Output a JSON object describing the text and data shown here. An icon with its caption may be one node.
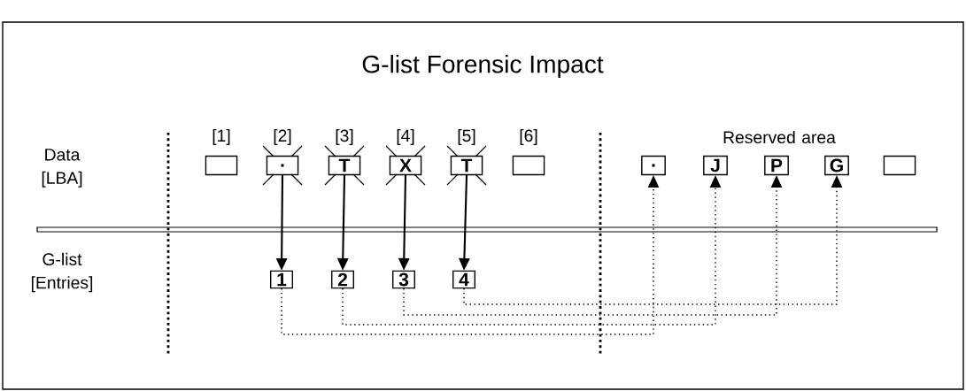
{
  "diagram": {
    "title": "G-list Forensic Impact",
    "nodes": [
      {
        "text": [],
        "shape": "box",
        "beside": [
          "[1]"
        ]
      },
      {
        "text": [
          "."
        ],
        "beside": [
          "[2]"
        ]
      },
      {
        "text": [
          "T"
        ],
        "beside": [
          "[3]"
        ]
      },
      {
        "text": [
          "X"
        ],
        "beside": [
          "[4]"
        ]
      },
      {
        "text": [
          "T"
        ],
        "beside": [
          "[5]"
        ]
      },
      {
        "text": [],
        "shape": "box",
        "beside": [
          "[6]"
        ]
      },
      {
        "text": [
          "."
        ]
      },
      {
        "text": [
          "J"
        ]
      },
      {
        "text": [
          "P"
        ]
      },
      {
        "text": [
          "G"
        ]
      },
      {
        "text": [],
        "shape": "box"
      },
      {
        "text": [
          "1"
        ]
      },
      {
        "text": [
          "2"
        ]
      },
      {
        "text": [
          "3"
        ]
      },
      {
        "text": [
          "4"
        ]
      }
    ],
    "edges": [
      {
        "from": 1,
        "to": 11,
        "arrow": "to"
      },
      {
        "from": 2,
        "to": 12,
        "arrow": "to"
      },
      {
        "from": 3,
        "to": 13,
        "arrow": "to"
      },
      {
        "from": 4,
        "to": 14,
        "arrow": "to"
      },
      {
        "from": 11,
        "to": 6,
        "arrow": "to",
        "style": "dashed"
      },
      {
        "from": 12,
        "to": 7,
        "arrow": "to",
        "style": "dashed"
      },
      {
        "from": 13,
        "to": 8,
        "arrow": "to",
        "style": "dashed"
      },
      {
        "from": 14,
        "to": 9,
        "arrow": "to",
        "style": "dashed"
      }
    ],
    "labels": [
      "Data [LBA]",
      "Reserved area",
      "G-list [Entries]"
    ]
  }
}
